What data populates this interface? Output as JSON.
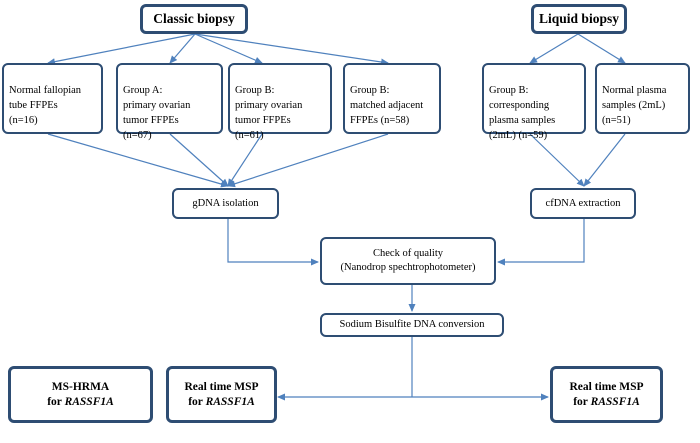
{
  "nodes": {
    "classic": "Classic biopsy",
    "liquid": "Liquid biopsy",
    "normal_tube": "Normal fallopian\ntube FFPEs\n(n=16)",
    "group_a": "Group A:\nprimary  ovarian\ntumor FFPEs\n(n=67)",
    "group_b1": "Group B:\nprimary  ovarian\ntumor  FFPEs\n(n=61)",
    "group_b2": "Group B:\nmatched adjacent\nFFPEs (n=58)",
    "group_b_plasma": "Group B:\ncorresponding\nplasma samples\n(2mL) (n=59)",
    "normal_plasma": "Normal plasma\nsamples (2mL)\n(n=51)",
    "gdna": "gDNA isolation",
    "cfdna": "cfDNA extraction",
    "quality_line1": "Check of quality",
    "quality_line2": "(Nanodrop spechtrophotometer)",
    "bisulfite": "Sodium Bisulfite DNA conversion",
    "ms_hrma_line1": "MS-HRMA",
    "ms_hrma_for": "for ",
    "ms_hrma_gene": "RASSF1A",
    "msp_left_line1": "Real time MSP",
    "msp_left_for": "for ",
    "msp_left_gene": "RASSF1A",
    "msp_right_line1": "Real time MSP",
    "msp_right_for": "for ",
    "msp_right_gene": "RASSF1A"
  },
  "colors": {
    "box_border": "#2e4d73",
    "arrow": "#4f81bd"
  }
}
